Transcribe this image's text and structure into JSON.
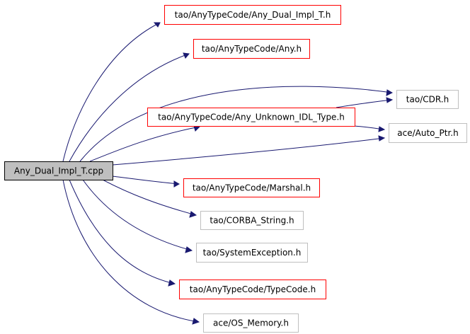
{
  "colors": {
    "edge": "#191970",
    "root_fill": "#bfbfbf",
    "root_border": "#000000",
    "documented_border": "#ff0000",
    "undocumented_border": "#bfbfbf",
    "node_fill": "#ffffff"
  },
  "root": {
    "label": "Any_Dual_Impl_T.cpp",
    "style": "root"
  },
  "nodes": [
    {
      "id": "any-dual-impl-t-h",
      "label": "tao/AnyTypeCode/Any_Dual_Impl_T.h",
      "style": "documented"
    },
    {
      "id": "any-h",
      "label": "tao/AnyTypeCode/Any.h",
      "style": "documented"
    },
    {
      "id": "cdr-h",
      "label": "tao/CDR.h",
      "style": "undocumented"
    },
    {
      "id": "any-unknown-idl-type-h",
      "label": "tao/AnyTypeCode/Any_Unknown_IDL_Type.h",
      "style": "documented"
    },
    {
      "id": "auto-ptr-h",
      "label": "ace/Auto_Ptr.h",
      "style": "undocumented"
    },
    {
      "id": "marshal-h",
      "label": "tao/AnyTypeCode/Marshal.h",
      "style": "documented"
    },
    {
      "id": "corba-string-h",
      "label": "tao/CORBA_String.h",
      "style": "undocumented"
    },
    {
      "id": "system-exception-h",
      "label": "tao/SystemException.h",
      "style": "undocumented"
    },
    {
      "id": "typecode-h",
      "label": "tao/AnyTypeCode/TypeCode.h",
      "style": "documented"
    },
    {
      "id": "os-memory-h",
      "label": "ace/OS_Memory.h",
      "style": "undocumented"
    }
  ],
  "edges": [
    {
      "from": "root",
      "to": "any-dual-impl-t-h"
    },
    {
      "from": "root",
      "to": "any-h"
    },
    {
      "from": "root",
      "to": "cdr-h"
    },
    {
      "from": "root",
      "to": "any-unknown-idl-type-h"
    },
    {
      "from": "root",
      "to": "auto-ptr-h"
    },
    {
      "from": "root",
      "to": "marshal-h"
    },
    {
      "from": "root",
      "to": "corba-string-h"
    },
    {
      "from": "root",
      "to": "system-exception-h"
    },
    {
      "from": "root",
      "to": "typecode-h"
    },
    {
      "from": "root",
      "to": "os-memory-h"
    },
    {
      "from": "any-unknown-idl-type-h",
      "to": "cdr-h"
    },
    {
      "from": "any-unknown-idl-type-h",
      "to": "auto-ptr-h"
    }
  ]
}
